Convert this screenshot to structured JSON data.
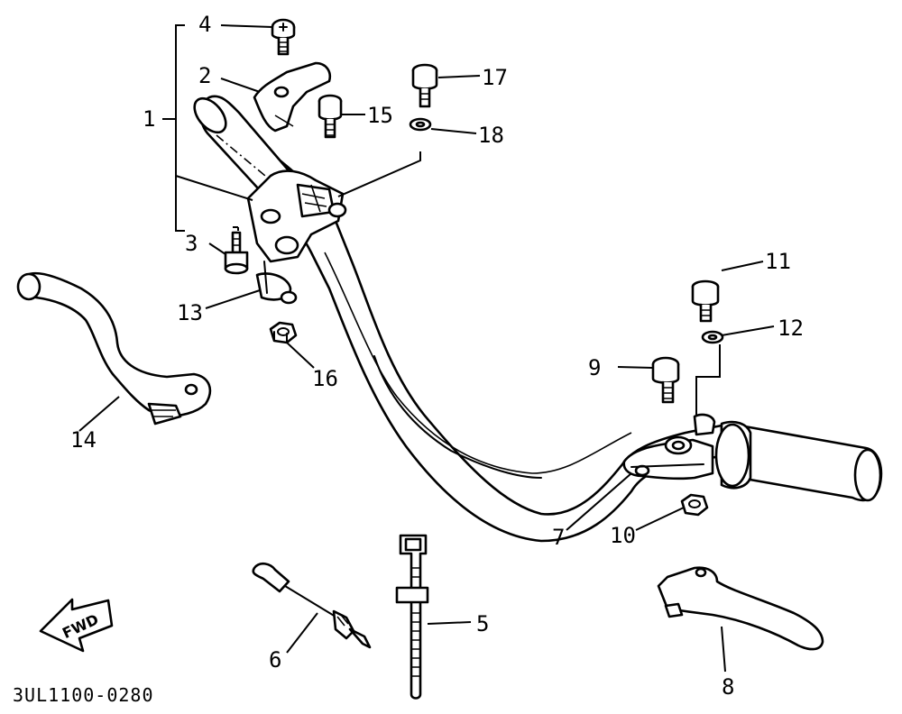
{
  "diagram_code": "3UL1100-0280",
  "fwd_label": "FWD",
  "callouts": {
    "c1": "1",
    "c2": "2",
    "c3": "3",
    "c4": "4",
    "c5": "5",
    "c6": "6",
    "c7": "7",
    "c8": "8",
    "c9": "9",
    "c10": "10",
    "c11": "11",
    "c12": "12",
    "c13": "13",
    "c14": "14",
    "c15": "15",
    "c16": "16",
    "c17": "17",
    "c18": "18"
  }
}
